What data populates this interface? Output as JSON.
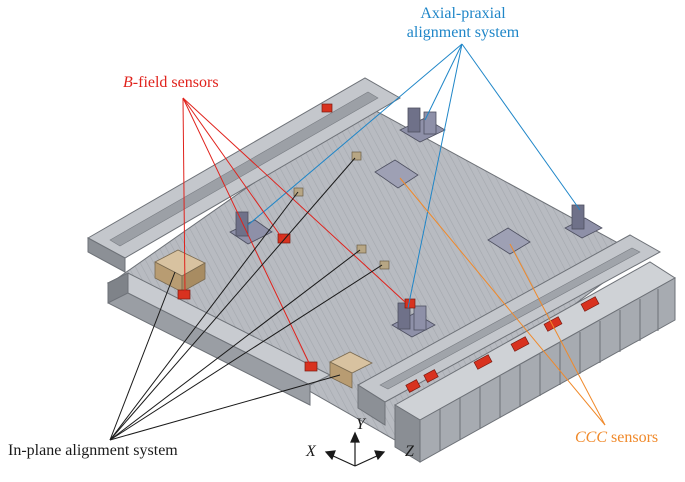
{
  "labels": {
    "axial_praxial_line1": "Axial-praxial",
    "axial_praxial_line2": "alignment system",
    "bfield_italic": "B",
    "bfield_rest": "-field sensors",
    "inplane": "In-plane alignment system",
    "ccc_italic": "CCC",
    "ccc_rest": " sensors"
  },
  "axes": {
    "x": "X",
    "y": "Y",
    "z": "Z"
  },
  "colors": {
    "axial_praxial": "#1f86c8",
    "bfield": "#e0221c",
    "inplane": "#1a1a1a",
    "ccc": "#f0892a",
    "plate": "#b9bcc2",
    "rail": "#9ea2a8",
    "sensor_red": "#d8321f",
    "block_tan": "#c9b08a",
    "bracket": "#7d7f98"
  }
}
